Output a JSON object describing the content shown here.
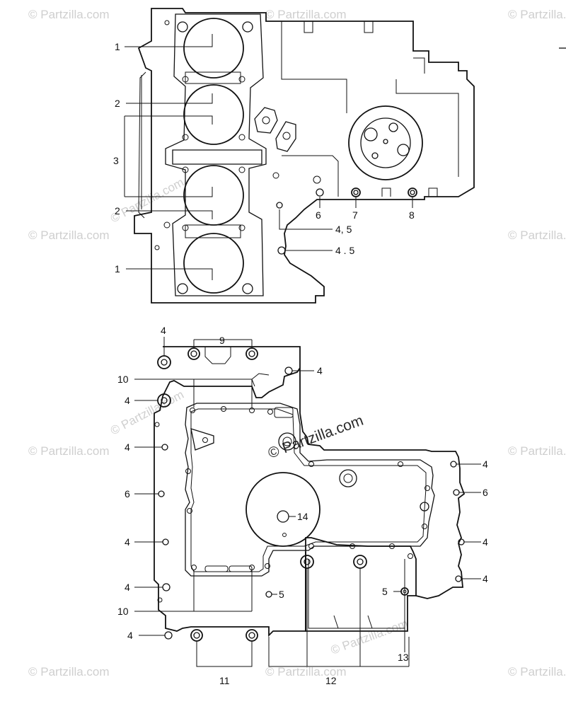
{
  "watermark": {
    "text": "© Partzilla.com",
    "center_text": "© Partzilla.com"
  },
  "callouts": {
    "top": {
      "c1a": "1",
      "c2a": "2",
      "c3": "3",
      "c2b": "2",
      "c1b": "1",
      "c6": "6",
      "c7": "7",
      "c8": "8",
      "c45a": "4, 5",
      "c45b": "4 . 5"
    },
    "bottom": {
      "c4_top": "4",
      "c9": "9",
      "c4_tr": "4",
      "c10a": "10",
      "c4_l1": "4",
      "c4_l2": "4",
      "c6_l": "6",
      "c4_l3": "4",
      "c4_l4": "4",
      "c10b": "10",
      "c4_l5": "4",
      "c5a": "5",
      "c14": "14",
      "c4_r1": "4",
      "c6_r": "6",
      "c4_r2": "4",
      "c4_r3": "4",
      "c5b": "5",
      "c13": "13",
      "c11": "11",
      "c12": "12"
    }
  }
}
